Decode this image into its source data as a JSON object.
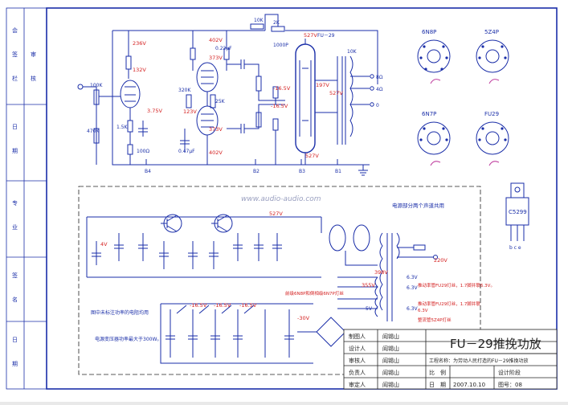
{
  "header": {
    "project": "工程名称：为劳动人民打造的FU－29推挽功放",
    "title": "FU－29推挽功放",
    "watermark": "www.audio-audio.com",
    "drawing_no": "图号：08",
    "date": "2007.10.10",
    "stage": "设计阶段"
  },
  "title_block": {
    "rows": [
      {
        "role": "制图人",
        "name": "阎锡山"
      },
      {
        "role": "设计人",
        "name": "阎锡山"
      },
      {
        "role": "审核人",
        "name": "阎锡山"
      },
      {
        "role": "负责人",
        "name": "阎锡山"
      },
      {
        "role": "审定人",
        "name": "阎锡山"
      }
    ],
    "scale_label": "比　例",
    "date_label": "日　期"
  },
  "left_margin": [
    "会",
    "签",
    "栏",
    "日",
    "期",
    "专",
    "业",
    "签",
    "名",
    "日",
    "期",
    "审",
    "核"
  ],
  "voltages": {
    "v236": "236V",
    "v132": "132V",
    "v375": "3.75V",
    "v402a": "402V",
    "v373a": "373V",
    "v123": "123V",
    "v373b": "373V",
    "v402b": "402V",
    "v527a": "527V",
    "v527b": "527V",
    "v197": "197V",
    "v527c": "527V",
    "vm165a": "-16.5V",
    "vm165b": "-16.5V",
    "v527d": "527V",
    "v4v": "4V",
    "v398": "398V",
    "v220": "220V",
    "v355": "355V",
    "vm30": "-30V",
    "b1": "-16.5V",
    "b2": "-16.5V",
    "b3": "-16.5V"
  },
  "labels": {
    "tube_fu29": "FU－29",
    "tube_6n8p": "6N8P",
    "tube_5z4p": "5Z4P",
    "tube_6n7p": "6N7P",
    "tube_fu29b": "FU29",
    "tr_c5299": "C5299",
    "out_8": "8Ω",
    "out_4": "4Ω",
    "out_0": "0",
    "xfmr": "10K",
    "b4": "B4",
    "b2": "B2",
    "b3": "B3",
    "b1": "B1",
    "psu_note": "电源部分两个声道共用",
    "note1": "图中未标注功率的电阻均用",
    "note2": "电源变压器功率最大于300W。",
    "w1": "6.3V",
    "w2": "6.3V",
    "w3": "5V",
    "w4": "6.3V",
    "heat1": "推动率管FU29灯丝，1.7脚并联6.3V。",
    "heat2": "推动率管FU29灯丝，1.7脚并联",
    "heat3": "6.3V",
    "heat4": "整流管5Z4P灯丝",
    "heat5": "前级6N8P和倒相级6N7P灯丝",
    "r1": "10K",
    "r2": "2K",
    "r3": "1000P",
    "r4": "100K",
    "r5": "470K",
    "r6": "1.5K",
    "r7": "100Ω",
    "r8": "320K",
    "r9": "25K",
    "r10": "0.22μF",
    "r11": "0.47μF",
    "tr_pins": "b c e"
  },
  "colors": {
    "ink": "#1a2ea8",
    "red": "#d42020",
    "dark": "#222222",
    "paper": "#ffffff"
  }
}
